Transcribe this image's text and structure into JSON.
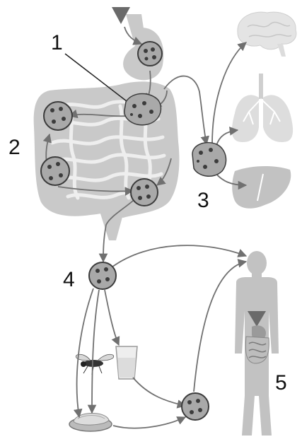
{
  "labels": {
    "one": "1",
    "two": "2",
    "three": "3",
    "four": "4",
    "five": "5"
  },
  "colors": {
    "organ_gray": "#c9c9c9",
    "organ_light": "#e6e6e6",
    "gut_outline": "#b5b5b5",
    "cyst_fill": "#a9a9a9",
    "cyst_dark": "#3c3c3c",
    "arrow": "#707070",
    "body_gray": "#c2c2c2",
    "marker": "#6a6a6a"
  },
  "icons": [
    "downward-triangle-marker",
    "cyst-icon",
    "brain-icon",
    "lungs-icon",
    "liver-icon",
    "human-figure-icon",
    "fly-icon",
    "water-glass-icon",
    "food-plate-icon"
  ]
}
